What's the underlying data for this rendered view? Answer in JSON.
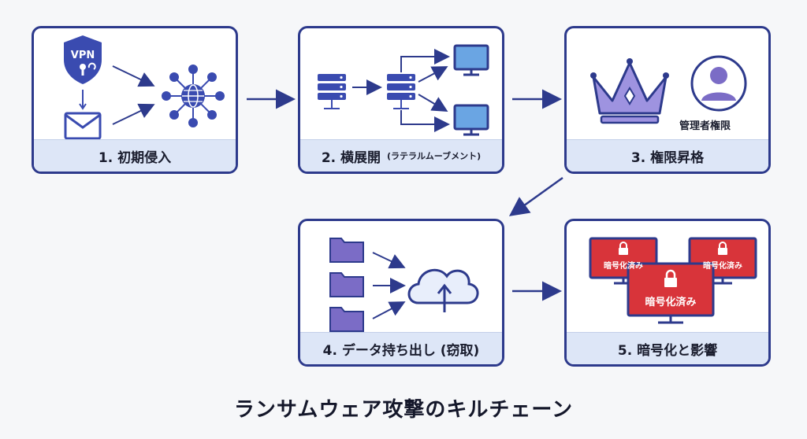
{
  "title": "ランサムウェア攻撃のキルチェーン",
  "colors": {
    "border": "#2d3a8c",
    "label_bg": "#dde6f7",
    "icon_blue": "#3a4bb0",
    "accent_purple": "#7b6cc6",
    "ransom_red": "#d8343a"
  },
  "steps": [
    {
      "label": "1. 初期侵入",
      "icons": [
        "vpn-shield-icon",
        "phishing-mail-icon",
        "network-globe-icon"
      ],
      "vpn_text": "VPN"
    },
    {
      "label": "2. 横展開",
      "sub": "(ラテラルムーブメント)",
      "icons": [
        "server-icon",
        "server-icon",
        "monitor-icon",
        "monitor-icon"
      ]
    },
    {
      "label": "3. 権限昇格",
      "icons": [
        "crown-icon",
        "admin-user-icon"
      ],
      "admin_text": "管理者権限"
    },
    {
      "label": "4. データ持ち出し (窃取)",
      "icons": [
        "folder-icon",
        "folder-icon",
        "folder-icon",
        "cloud-upload-icon"
      ]
    },
    {
      "label": "5. 暗号化と影響",
      "icons": [
        "locked-monitor-icon"
      ],
      "encrypted_text": "暗号化済み"
    }
  ]
}
